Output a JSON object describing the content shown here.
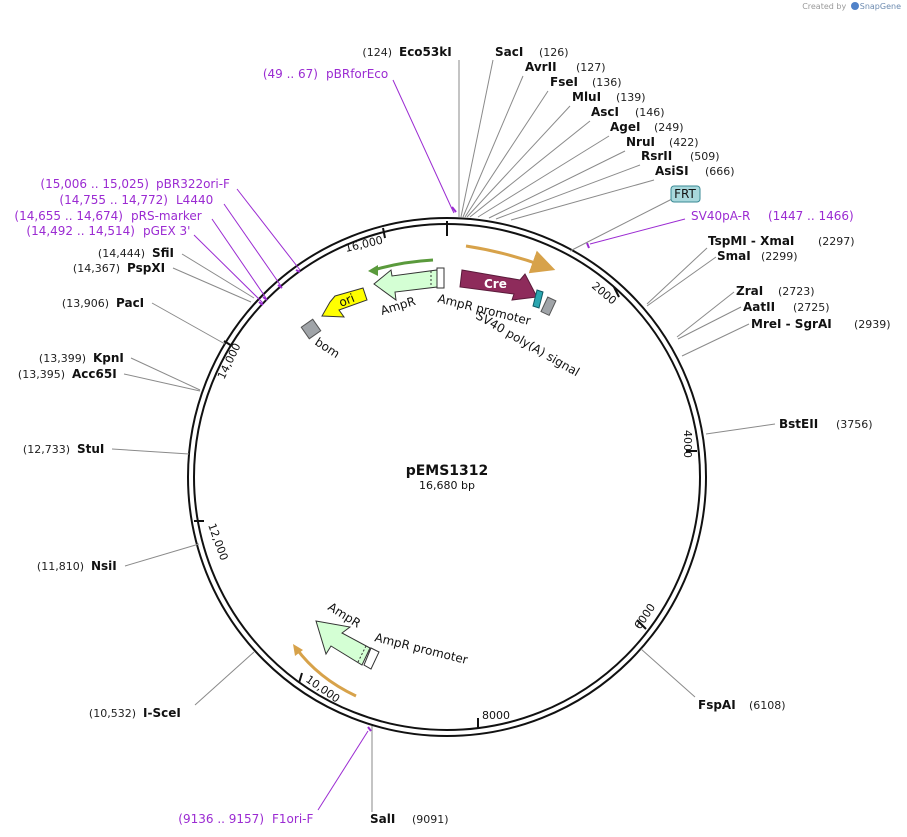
{
  "watermark": {
    "created_by": "Created by",
    "brand": "SnapGene"
  },
  "plasmid": {
    "name": "pEMS1312",
    "length_label": "16,680 bp",
    "length": 16680
  },
  "ticks": [
    {
      "pos": 2000,
      "label": "2000"
    },
    {
      "pos": 4000,
      "label": "4000"
    },
    {
      "pos": 6000,
      "label": "6000"
    },
    {
      "pos": 8000,
      "label": "8000"
    },
    {
      "pos": 10000,
      "label": "10,000"
    },
    {
      "pos": 12000,
      "label": "12,000"
    },
    {
      "pos": 14000,
      "label": "14,000"
    },
    {
      "pos": 16000,
      "label": "16,000"
    }
  ],
  "enzymes": [
    {
      "name": "Eco53kI",
      "site": "(124)"
    },
    {
      "name": "SacI",
      "site": "(126)"
    },
    {
      "name": "AvrII",
      "site": "(127)"
    },
    {
      "name": "FseI",
      "site": "(136)"
    },
    {
      "name": "MluI",
      "site": "(139)"
    },
    {
      "name": "AscI",
      "site": "(146)"
    },
    {
      "name": "AgeI",
      "site": "(249)"
    },
    {
      "name": "NruI",
      "site": "(422)"
    },
    {
      "name": "RsrII",
      "site": "(509)"
    },
    {
      "name": "AsiSI",
      "site": "(666)"
    },
    {
      "name": "TspMI - XmaI",
      "site": "(2297)"
    },
    {
      "name": "SmaI",
      "site": "(2299)"
    },
    {
      "name": "ZraI",
      "site": "(2723)"
    },
    {
      "name": "AatII",
      "site": "(2725)"
    },
    {
      "name": "MreI - SgrAI",
      "site": "(2939)"
    },
    {
      "name": "BstEII",
      "site": "(3756)"
    },
    {
      "name": "FspAI",
      "site": "(6108)"
    },
    {
      "name": "SalI",
      "site": "(9091)"
    },
    {
      "name": "I-SceI",
      "site": "(10,532)"
    },
    {
      "name": "NsiI",
      "site": "(11,810)"
    },
    {
      "name": "StuI",
      "site": "(12,733)"
    },
    {
      "name": "KpnI",
      "site": "(13,399)"
    },
    {
      "name": "Acc65I",
      "site": "(13,395)"
    },
    {
      "name": "PacI",
      "site": "(13,906)"
    },
    {
      "name": "PspXI",
      "site": "(14,367)"
    },
    {
      "name": "SfiI",
      "site": "(14,444)"
    }
  ],
  "primers": [
    {
      "name": "pBRforEco",
      "range": "(49 .. 67)"
    },
    {
      "name": "SV40pA-R",
      "range": "(1447 .. 1466)"
    },
    {
      "name": "pBR322ori-F",
      "range": "(15,006 .. 15,025)"
    },
    {
      "name": "L4440",
      "range": "(14,755 .. 14,772)"
    },
    {
      "name": "pRS-marker",
      "range": "(14,655 .. 14,674)"
    },
    {
      "name": "pGEX 3'",
      "range": "(14,492 .. 14,514)"
    },
    {
      "name": "F1ori-F",
      "range": "(9136 .. 9157)"
    }
  ],
  "features": {
    "cre": "Cre",
    "frt": "FRT",
    "ori": "ori",
    "ampr_top": "AmpR",
    "ampr_promoter_top": "AmpR promoter",
    "sv40": "SV40 poly(A) signal",
    "bom": "bom",
    "ampr_bottom": "AmpR",
    "ampr_promoter_bottom": "AmpR promoter"
  },
  "colors": {
    "backbone": "#111111",
    "cut_line": "#888888",
    "primer": "#9b2bd2",
    "cre": "#8e2b5b",
    "ampr": "#d4ffd4",
    "ori": "#ffff00",
    "frt": "#a8d8dc",
    "orange_arrow": "#f0c070",
    "green_arrow": "#6bb24b"
  }
}
